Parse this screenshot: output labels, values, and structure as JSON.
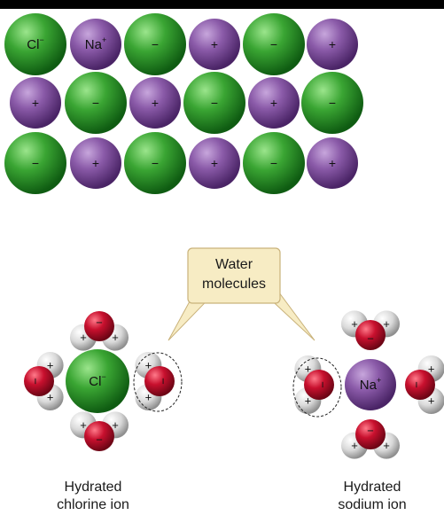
{
  "lattice": {
    "rows": [
      [
        {
          "kind": "cl",
          "label": "Cl",
          "sup": "−"
        },
        {
          "kind": "na",
          "label": "Na",
          "sup": "+"
        },
        {
          "kind": "cl",
          "label": "−"
        },
        {
          "kind": "na",
          "label": "+"
        },
        {
          "kind": "cl",
          "label": "−"
        },
        {
          "kind": "na",
          "label": "+"
        }
      ],
      [
        {
          "kind": "na",
          "label": "+"
        },
        {
          "kind": "cl",
          "label": "−"
        },
        {
          "kind": "na",
          "label": "+"
        },
        {
          "kind": "cl",
          "label": "−"
        },
        {
          "kind": "na",
          "label": "+"
        },
        {
          "kind": "cl",
          "label": "−"
        }
      ],
      [
        {
          "kind": "cl",
          "label": "−"
        },
        {
          "kind": "na",
          "label": "+"
        },
        {
          "kind": "cl",
          "label": "−"
        },
        {
          "kind": "na",
          "label": "+"
        },
        {
          "kind": "cl",
          "label": "−"
        },
        {
          "kind": "na",
          "label": "+"
        }
      ]
    ]
  },
  "callout": {
    "line1": "Water",
    "line2": "molecules"
  },
  "hydrated_chlorine": {
    "ion_label": "Cl",
    "ion_sup": "−",
    "caption_line1": "Hydrated",
    "caption_line2": "chlorine ion"
  },
  "hydrated_sodium": {
    "ion_label": "Na",
    "ion_sup": "+",
    "caption_line1": "Hydrated",
    "caption_line2": "sodium ion"
  },
  "water": {
    "oxygen_sign": "−",
    "hydrogen_sign": "+"
  },
  "colors": {
    "chloride": "#3aa533",
    "sodium": "#8a5aa8",
    "oxygen": "#c8102e",
    "hydrogen": "#d9d9d9",
    "callout_fill": "#f7ecc4",
    "callout_stroke": "#c9b27a"
  }
}
